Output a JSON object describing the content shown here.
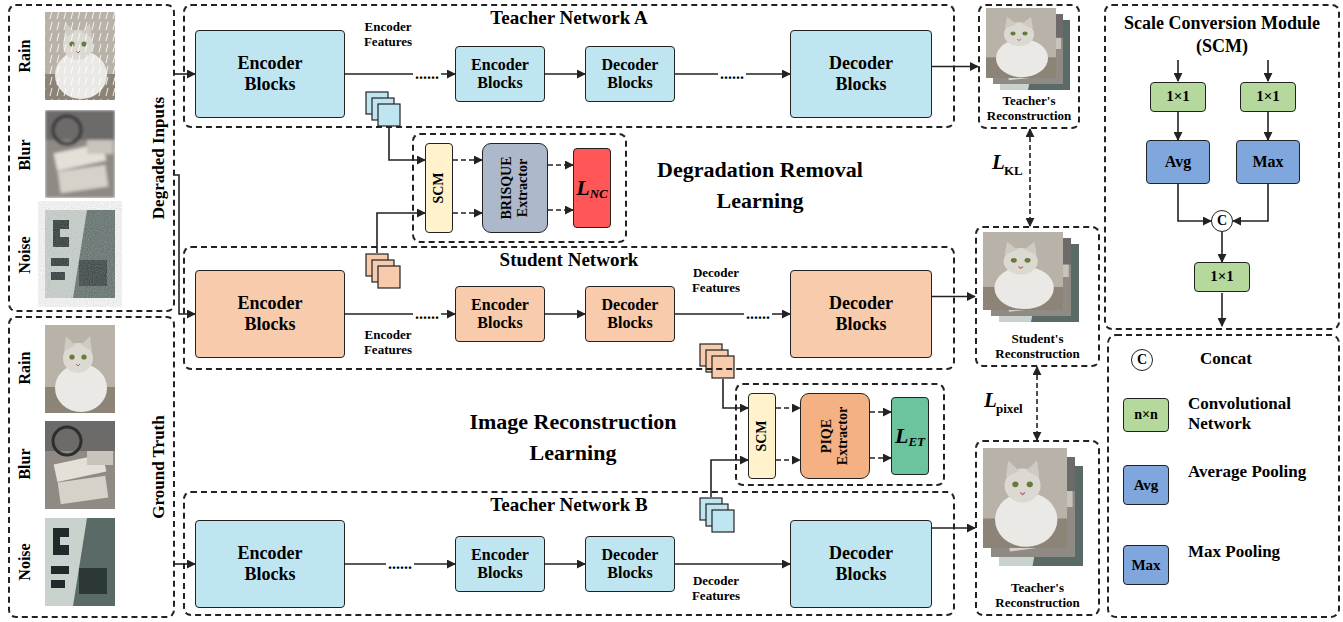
{
  "diagram": {
    "nodes": [
      {
        "text": [
          "Degraded Inputs"
        ]
      },
      {
        "text": [
          "Teacher Network A"
        ]
      },
      {
        "text": [
          "Encoder Blocks"
        ],
        "in": 1
      },
      {
        "text": [
          "Encoder Blocks"
        ],
        "in": 1
      },
      {
        "text": [
          "Decoder Blocks"
        ],
        "in": 1
      },
      {
        "text": [
          "Decoder Blocks"
        ],
        "in": 1
      },
      {
        "text": [
          "Degradation Removal Learning"
        ]
      },
      {
        "text": [
          "SCM"
        ],
        "in": 6
      },
      {
        "text": [
          "BRISQUE Extractor"
        ],
        "in": 6
      },
      {
        "text": [
          "L",
          "NC"
        ],
        "in": 6
      },
      {
        "text": [
          "Student Network"
        ]
      },
      {
        "text": [
          "Encoder Blocks"
        ],
        "in": 10
      },
      {
        "text": [
          "Encoder Blocks"
        ],
        "in": 10
      },
      {
        "text": [
          "Decoder Blocks"
        ],
        "in": 10
      },
      {
        "text": [
          "Decoder Blocks"
        ],
        "in": 10
      },
      {
        "text": [
          "Image Reconstruction Learning"
        ]
      },
      {
        "text": [
          "SCM"
        ],
        "in": 15
      },
      {
        "text": [
          "PIQE Extractor"
        ],
        "in": 15
      },
      {
        "text": [
          "L",
          "ET"
        ],
        "in": 15
      },
      {
        "text": [
          "Teacher Network B"
        ]
      },
      {
        "text": [
          "Encoder Blocks"
        ],
        "in": 19
      },
      {
        "text": [
          "Encoder Blocks"
        ],
        "in": 19
      },
      {
        "text": [
          "Decoder Blocks"
        ],
        "in": 19
      },
      {
        "text": [
          "Decoder Blocks"
        ],
        "in": 19
      },
      {
        "text": [
          "Ground Truth"
        ]
      },
      {
        "text": [
          "Teacher's Reconstruction"
        ]
      },
      {
        "text": [
          "Student's Reconstruction"
        ]
      },
      {
        "text": [
          "Teacher's Reconstruction"
        ]
      },
      {
        "text": [
          "Scale Conversion Module (SCM)"
        ]
      },
      {
        "text": [
          "1×1"
        ],
        "in": 28
      },
      {
        "text": [
          "1×1"
        ],
        "in": 28
      },
      {
        "text": [
          "Avg"
        ],
        "in": 28
      },
      {
        "text": [
          "Max"
        ],
        "in": 28
      },
      {
        "text": [
          "C"
        ],
        "in": 28
      },
      {
        "text": [
          "1×1"
        ],
        "in": 28
      }
    ],
    "edges": [
      {
        "from": 0,
        "to": 2,
        "arrow": "to"
      },
      {
        "from": 0,
        "to": 11,
        "arrow": "to"
      },
      {
        "from": 24,
        "to": 20,
        "arrow": "to"
      },
      {
        "from": 2,
        "to": 3,
        "arrow": "to"
      },
      {
        "from": 3,
        "to": 4,
        "arrow": "to"
      },
      {
        "from": 4,
        "to": 5,
        "arrow": "to"
      },
      {
        "from": 11,
        "to": 12,
        "arrow": "to"
      },
      {
        "from": 12,
        "to": 13,
        "arrow": "to"
      },
      {
        "from": 13,
        "to": 14,
        "arrow": "to"
      },
      {
        "from": 20,
        "to": 21,
        "arrow": "to"
      },
      {
        "from": 21,
        "to": 22,
        "arrow": "to"
      },
      {
        "from": 22,
        "to": 23,
        "arrow": "to"
      },
      {
        "from": 5,
        "to": 25,
        "arrow": "to"
      },
      {
        "from": 14,
        "to": 26,
        "arrow": "to"
      },
      {
        "from": 23,
        "to": 27,
        "arrow": "to"
      },
      {
        "from": 2,
        "to": 7,
        "arrow": "to"
      },
      {
        "from": 11,
        "to": 7,
        "arrow": "to"
      },
      {
        "from": 7,
        "to": 8,
        "arrow": "to"
      },
      {
        "from": 8,
        "to": 9,
        "arrow": "to"
      },
      {
        "from": 13,
        "to": 16,
        "arrow": "to"
      },
      {
        "from": 22,
        "to": 16,
        "arrow": "to"
      },
      {
        "from": 16,
        "to": 17,
        "arrow": "to"
      },
      {
        "from": 17,
        "to": 18,
        "arrow": "to"
      },
      {
        "from": 25,
        "to": 26,
        "arrow": "both"
      },
      {
        "from": 26,
        "to": 27,
        "arrow": "both"
      },
      {
        "from": 29,
        "to": 31,
        "arrow": "to"
      },
      {
        "from": 30,
        "to": 32,
        "arrow": "to"
      },
      {
        "from": 31,
        "to": 33,
        "arrow": "to"
      },
      {
        "from": 32,
        "to": 33,
        "arrow": "to"
      },
      {
        "from": 33,
        "to": 34,
        "arrow": "to"
      }
    ],
    "labels": [
      "Rain",
      "Blur",
      "Noise",
      "Rain",
      "Blur",
      "Noise",
      "Encoder Features",
      "......",
      "......",
      "......",
      "Encoder Features",
      "Decoder Features",
      "......",
      "......",
      "Decoder Features",
      "L",
      "KL",
      "L",
      "pixel",
      "C",
      "n×n",
      "Avg",
      "Max"
    ],
    "legend": [
      {
        "text": "Concat"
      },
      {
        "text": "Convolutional Network",
        "color": "#b5d99c"
      },
      {
        "text": "Average Pooling",
        "color": "#7fa7dd"
      },
      {
        "text": "Max Pooling",
        "color": "#7fa7dd"
      }
    ]
  }
}
